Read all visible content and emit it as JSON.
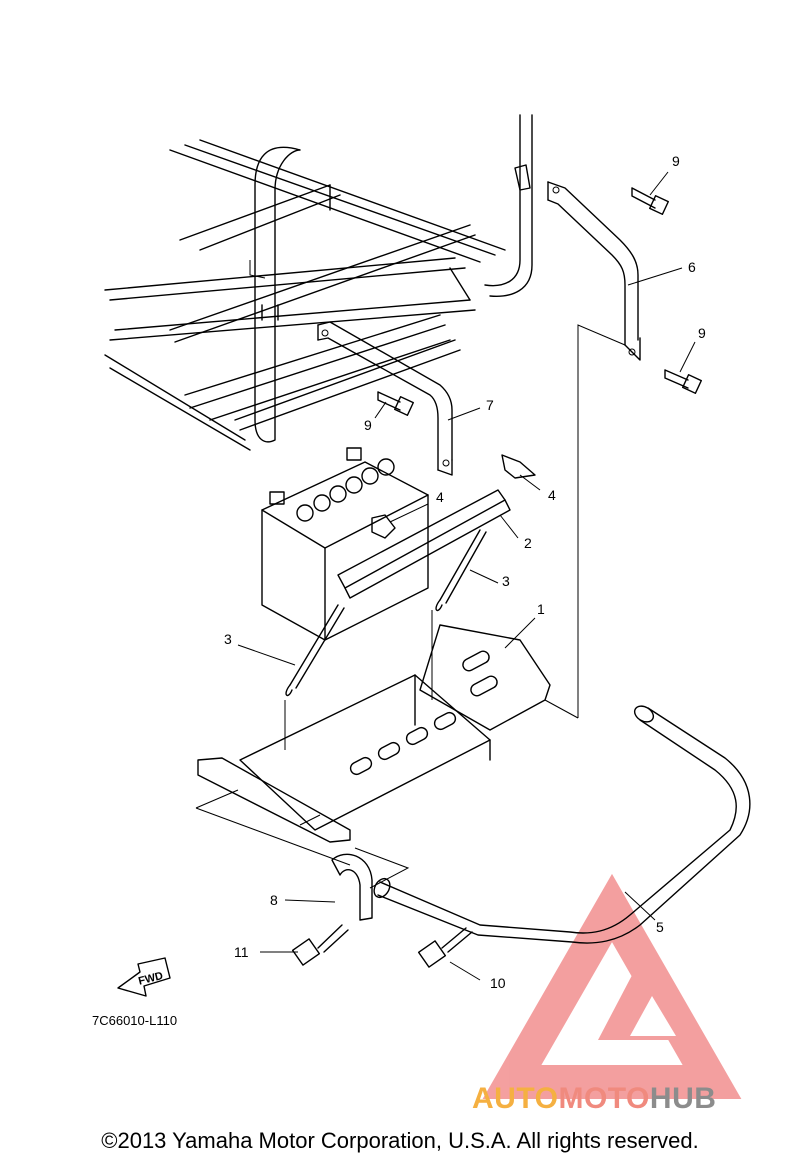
{
  "callouts": {
    "c9a": "9",
    "c6": "6",
    "c9b": "9",
    "c7": "7",
    "c9c": "9",
    "c4a": "4",
    "c4b": "4",
    "c2": "2",
    "c3a": "3",
    "c1": "1",
    "c3b": "3",
    "c8": "8",
    "c5": "5",
    "c11": "11",
    "c10": "10"
  },
  "fwd_label": "FWD",
  "diagram_code": "7C66010-L110",
  "watermark": {
    "part1": "AUTO",
    "part2": "MOTO",
    "part3": "HUB",
    "colors": {
      "auto": "#f5b041",
      "moto": "#f08a7e",
      "hub": "#8c8c8c",
      "triangle": "#f08080"
    }
  },
  "copyright": "©2013 Yamaha Motor Corporation, U.S.A. All rights reserved."
}
